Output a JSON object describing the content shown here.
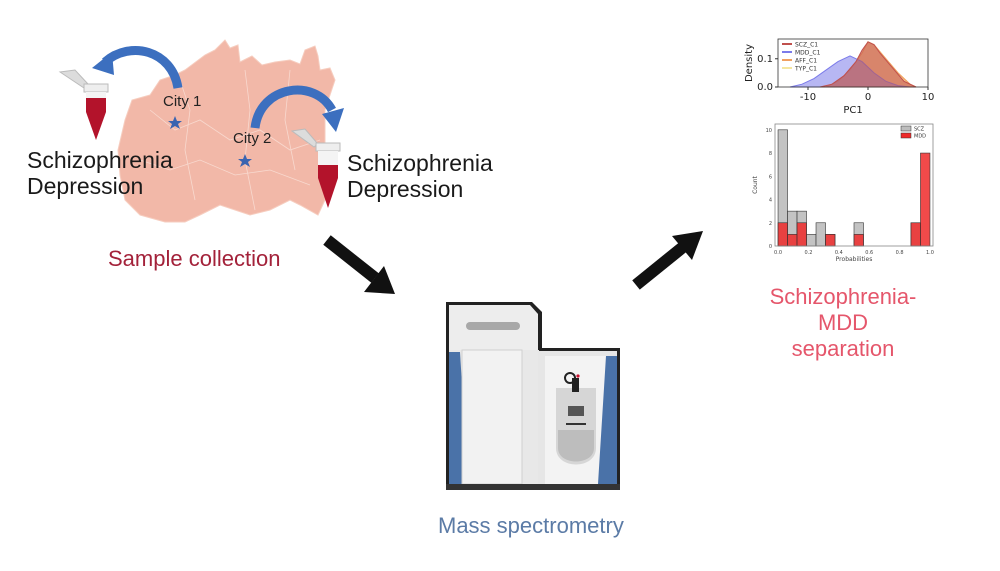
{
  "figure": {
    "left_panel": {
      "city1_label": "City 1",
      "city2_label": "City 2",
      "left_sample_line1": "Schizophrenia",
      "left_sample_line2": "Depression",
      "right_sample_line1": "Schizophrenia",
      "right_sample_line2": "Depression",
      "caption": "Sample collection",
      "caption_color": "#a3223a"
    },
    "center_panel": {
      "caption": "Mass spectrometry",
      "caption_color": "#5b7ba6"
    },
    "right_panel": {
      "caption_line1": "Schizophrenia-MDD",
      "caption_line2": "separation",
      "caption_color": "#e5566b"
    },
    "colors": {
      "map": "#f2b8a8",
      "arrow_blue": "#3c6fbf",
      "star": "#3a64b0",
      "blood": "#b3132b",
      "flow_arrow": "#111111",
      "instrument_blue": "#4a72a8"
    }
  },
  "chart_data": [
    {
      "type": "area",
      "title": "",
      "xlabel": "PC1",
      "ylabel": "Density",
      "xlim": [
        -15,
        10
      ],
      "ylim": [
        0,
        0.17
      ],
      "xticks": [
        "-10",
        "0",
        "10"
      ],
      "xtick_values": [
        -10,
        0,
        10
      ],
      "yticks": [
        "0.0",
        "0.1"
      ],
      "ytick_values": [
        0,
        0.1
      ],
      "legend": [
        "SCZ_C1",
        "MDD_C1",
        "AFF_C1",
        "TYP_C1"
      ],
      "legend_position": "top-left",
      "series": [
        {
          "name": "SCZ_C1",
          "color": "#c0504d",
          "x": [
            -8,
            -6,
            -4,
            -2,
            -1,
            0,
            1,
            2,
            4,
            6,
            8
          ],
          "values": [
            0,
            0.01,
            0.04,
            0.09,
            0.13,
            0.16,
            0.15,
            0.12,
            0.07,
            0.02,
            0
          ]
        },
        {
          "name": "MDD_C1",
          "color": "#7b7bea",
          "x": [
            -13,
            -11,
            -9,
            -7,
            -5,
            -3,
            -1,
            1,
            3,
            5,
            7
          ],
          "values": [
            0,
            0.01,
            0.03,
            0.06,
            0.09,
            0.11,
            0.09,
            0.05,
            0.02,
            0.005,
            0
          ]
        },
        {
          "name": "AFF_C1",
          "color": "#f0a060",
          "x": [
            -7,
            -5,
            -3,
            -1,
            0,
            1,
            3,
            5,
            7,
            8
          ],
          "values": [
            0,
            0.02,
            0.06,
            0.12,
            0.16,
            0.15,
            0.1,
            0.05,
            0.01,
            0
          ]
        },
        {
          "name": "TYP_C1",
          "color": "#f5e6a0",
          "x": [
            -7,
            -5,
            -3,
            -1,
            0,
            1,
            3,
            5,
            7,
            8
          ],
          "values": [
            0,
            0.02,
            0.06,
            0.12,
            0.16,
            0.15,
            0.1,
            0.05,
            0.01,
            0
          ]
        }
      ]
    },
    {
      "type": "bar",
      "title": "",
      "xlabel": "Probabilities",
      "ylabel": "Count",
      "xlim": [
        -0.02,
        1.02
      ],
      "ylim": [
        0,
        10.5
      ],
      "xticks": [
        "0.0",
        "0.2",
        "0.4",
        "0.6",
        "0.8",
        "1.0"
      ],
      "xtick_values": [
        0,
        0.2,
        0.4,
        0.6,
        0.8,
        1.0
      ],
      "yticks": [
        "0",
        "2",
        "4",
        "6",
        "8",
        "10"
      ],
      "ytick_values": [
        0,
        2,
        4,
        6,
        8,
        10
      ],
      "legend": [
        "SCZ",
        "MDD"
      ],
      "legend_position": "top-right",
      "bin_width": 0.0625,
      "series": [
        {
          "name": "SCZ",
          "color": "#bdbdbd",
          "bins": [
            0.0,
            0.0625,
            0.125,
            0.1875,
            0.25,
            0.3125,
            0.5,
            0.875,
            0.9375
          ],
          "values": [
            10,
            3,
            3,
            1,
            2,
            1,
            2,
            2,
            0
          ]
        },
        {
          "name": "MDD",
          "color": "#ee2a2a",
          "bins": [
            0.0,
            0.0625,
            0.125,
            0.3125,
            0.5,
            0.875,
            0.9375
          ],
          "values": [
            2,
            1,
            2,
            1,
            1,
            2,
            8
          ]
        }
      ]
    }
  ]
}
